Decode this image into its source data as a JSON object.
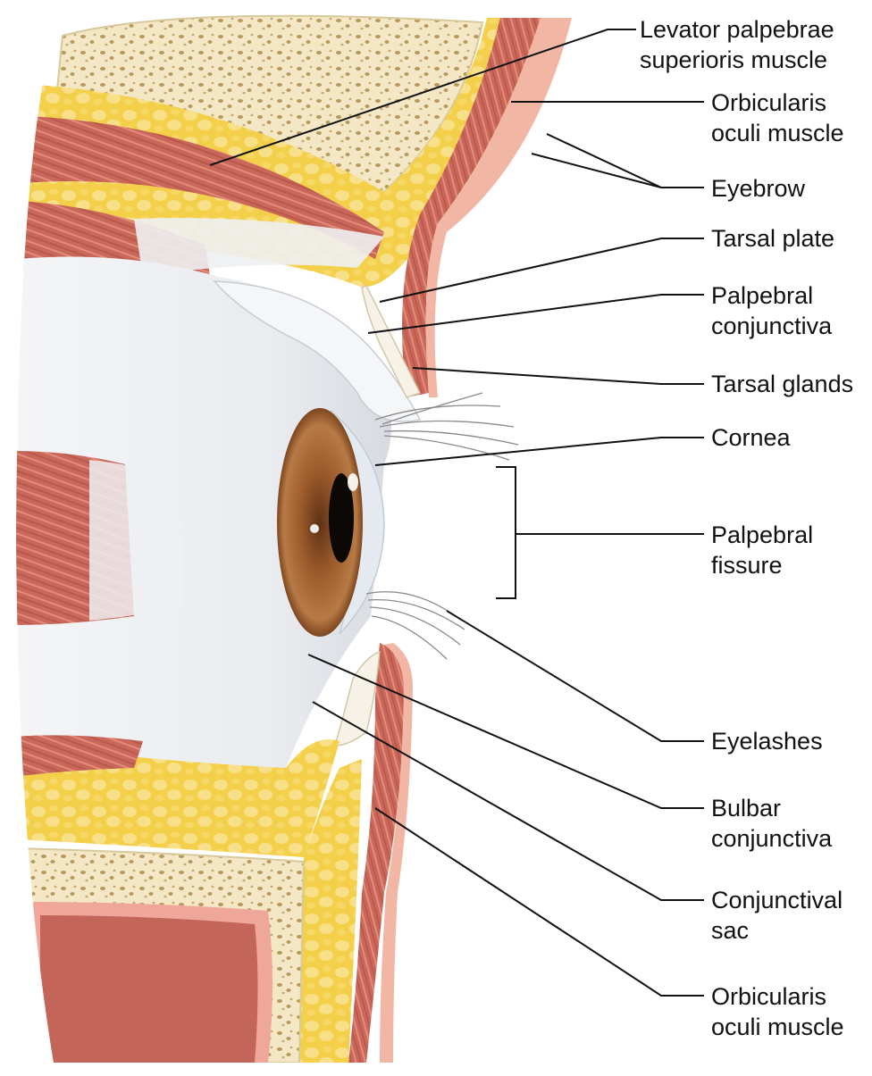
{
  "labels": {
    "levator": [
      "Levator palpebrae",
      "superioris muscle"
    ],
    "orbicularis_top": [
      "Orbicularis",
      "oculi muscle"
    ],
    "eyebrow": [
      "Eyebrow"
    ],
    "tarsal_plate": [
      "Tarsal plate"
    ],
    "palpebral_conj": [
      "Palpebral",
      "conjunctiva"
    ],
    "tarsal_glands": [
      "Tarsal glands"
    ],
    "cornea": [
      "Cornea"
    ],
    "palpebral_fissure": [
      "Palpebral",
      "fissure"
    ],
    "eyelashes": [
      "Eyelashes"
    ],
    "bulbar_conj": [
      "Bulbar",
      "conjunctiva"
    ],
    "conj_sac": [
      "Conjunctival",
      "sac"
    ],
    "orbicularis_bottom": [
      "Orbicularis",
      "oculi muscle"
    ]
  },
  "colors": {
    "fat": "#f3cf4a",
    "fat_light": "#f8e088",
    "muscle": "#c9675a",
    "muscle_light": "#e79a86",
    "bone": "#f3e7c6",
    "bone_pore": "#b8995d",
    "sclera": "#eef0f3",
    "iris": "#9b5a2b",
    "skin": "#f2b7a4",
    "leader": "#111111"
  }
}
